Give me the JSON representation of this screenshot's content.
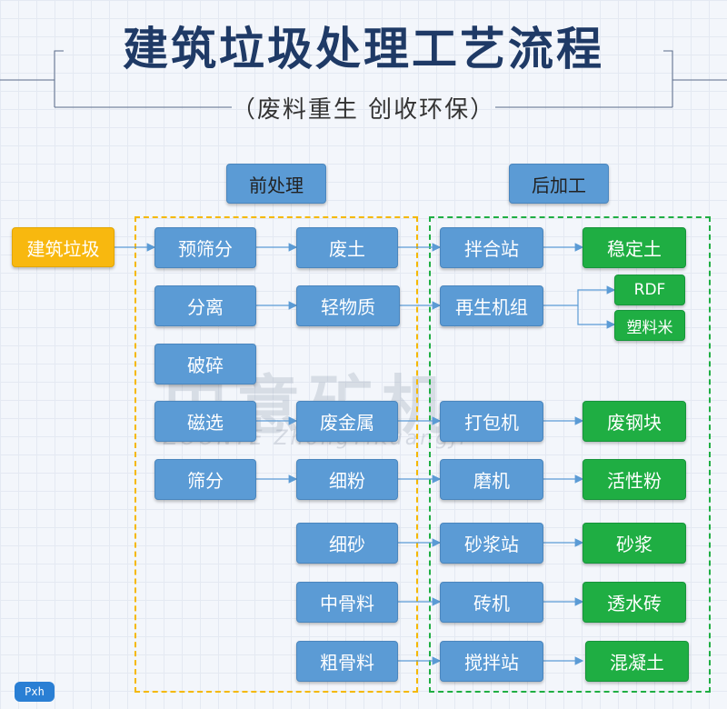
{
  "title": "建筑垃圾处理工艺流程",
  "subtitle": "（废料重生 创收环保）",
  "headers": {
    "pre": "前处理",
    "post": "后加工"
  },
  "source": "建筑垃圾",
  "col1": [
    "预筛分",
    "分离",
    "破碎",
    "磁选",
    "筛分"
  ],
  "col2": [
    "废土",
    "轻物质",
    "废金属",
    "细粉",
    "细砂",
    "中骨料",
    "粗骨料"
  ],
  "col3": [
    "拌合站",
    "再生机组",
    "打包机",
    "磨机",
    "砂浆站",
    "砖机",
    "搅拌站"
  ],
  "col4": [
    "稳定土",
    "RDF",
    "塑料米",
    "废钢块",
    "活性粉",
    "砂浆",
    "透水砖",
    "混凝土"
  ],
  "watermark": {
    "main": "中意矿机",
    "sub": "ZOONYE ZhongYiKuangJi"
  },
  "badge": "Pxh",
  "colors": {
    "blue": "#5b9bd5",
    "green": "#1fae43",
    "orange": "#f8b80f",
    "title": "#1f3a66"
  }
}
